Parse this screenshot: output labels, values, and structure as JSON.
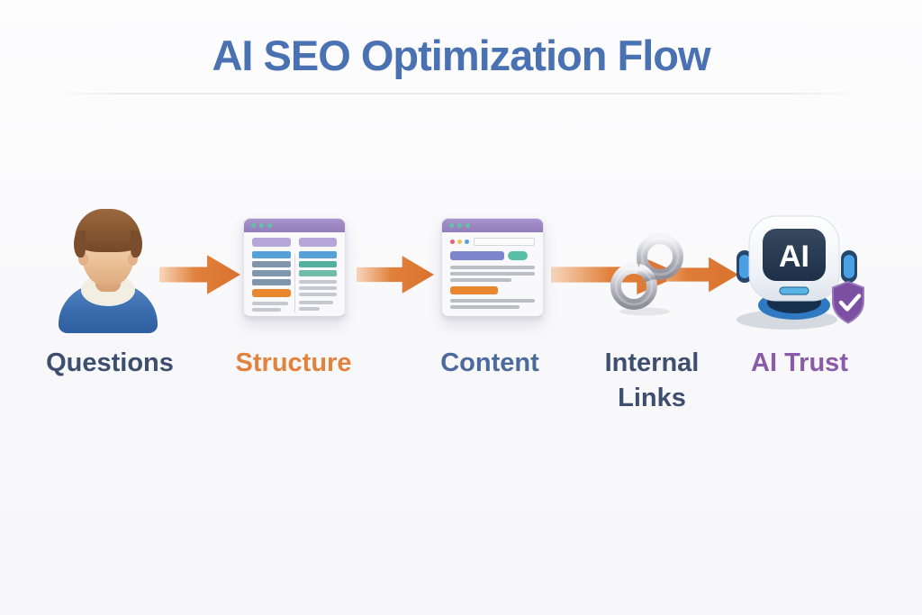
{
  "title": "AI SEO Optimization Flow",
  "palette": {
    "title_blue": "#4a72b2",
    "arrow_orange": "#de7a36",
    "window_titlebar_purple": "#9d87c4",
    "accent_orange": "#e8872e",
    "accent_blue": "#57a1d9",
    "accent_teal": "#54b09e",
    "accent_lavender": "#b5a5d8",
    "accent_indigo": "#7b86cd",
    "chain_silver": "#a9a9b4",
    "robot_screen_navy": "#263a52",
    "shield_purple": "#7b4fa2"
  },
  "steps": [
    {
      "label": "Questions",
      "icon": "person-user-icon",
      "label_color": "#3d4e6e"
    },
    {
      "label": "Structure",
      "icon": "browser-structure-icon",
      "label_color": "#e2823d"
    },
    {
      "label": "Content",
      "icon": "browser-content-icon",
      "label_color": "#4a6b9c"
    },
    {
      "label": "Internal Links",
      "icon": "chain-link-icon",
      "label_color": "#3d4e6e"
    },
    {
      "label": "AI Trust",
      "icon": "ai-robot-shield-icon",
      "label_color": "#8a5ba8"
    }
  ],
  "robot": {
    "screen_text": "AI"
  }
}
